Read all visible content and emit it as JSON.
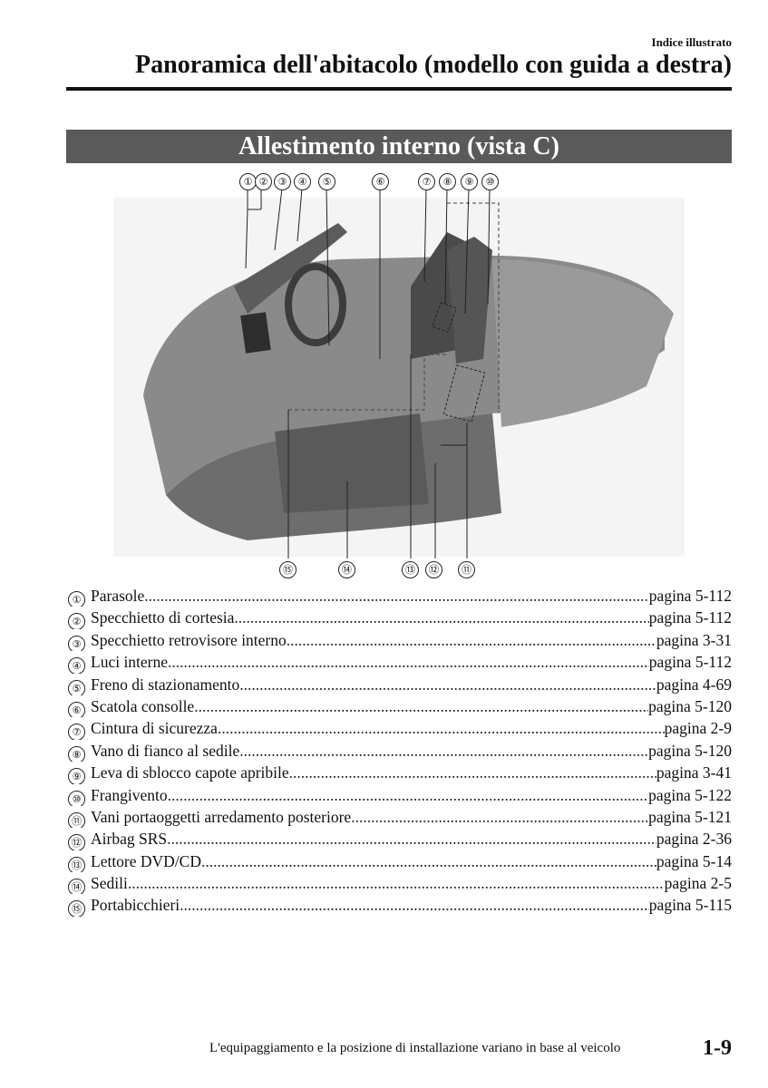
{
  "header": {
    "section_label": "Indice illustrato",
    "title": "Panoramica dell'abitacolo (modello con guida a destra)"
  },
  "subheader": "Allestimento interno (vista C)",
  "figure": {
    "top_callouts": [
      "①",
      "②",
      "③",
      "④",
      "⑤",
      "⑥",
      "⑦",
      "⑧",
      "⑨",
      "⑩"
    ],
    "bottom_callouts": [
      "⑮",
      "⑭",
      "⑬",
      "⑫",
      "⑪"
    ]
  },
  "legend": [
    {
      "num": "①",
      "text": "Parasole",
      "page": "pagina 5-112"
    },
    {
      "num": "②",
      "text": "Specchietto di cortesia",
      "page": "pagina 5-112"
    },
    {
      "num": "③",
      "text": "Specchietto retrovisore interno",
      "page": "pagina 3-31"
    },
    {
      "num": "④",
      "text": "Luci interne",
      "page": "pagina 5-112"
    },
    {
      "num": "⑤",
      "text": "Freno di stazionamento",
      "page": "pagina 4-69"
    },
    {
      "num": "⑥",
      "text": "Scatola consolle",
      "page": "pagina 5-120"
    },
    {
      "num": "⑦",
      "text": "Cintura di sicurezza",
      "page": "pagina 2-9"
    },
    {
      "num": "⑧",
      "text": "Vano di fianco al sedile",
      "page": "pagina 5-120"
    },
    {
      "num": "⑨",
      "text": "Leva di sblocco capote apribile",
      "page": "pagina 3-41"
    },
    {
      "num": "⑩",
      "text": "Frangivento",
      "page": "pagina 5-122"
    },
    {
      "num": "⑪",
      "text": "Vani portaoggetti arredamento posteriore",
      "page": "pagina 5-121"
    },
    {
      "num": "⑫",
      "text": "Airbag SRS",
      "page": "pagina 2-36"
    },
    {
      "num": "⑬",
      "text": "Lettore DVD/CD",
      "page": "pagina 5-14"
    },
    {
      "num": "⑭",
      "text": "Sedili",
      "page": "pagina 2-5"
    },
    {
      "num": "⑮",
      "text": "Portabicchieri",
      "page": "pagina 5-115"
    }
  ],
  "footer": {
    "note": "L'equipaggiamento e la posizione di installazione variano in base al veicolo",
    "page_number": "1-9"
  }
}
